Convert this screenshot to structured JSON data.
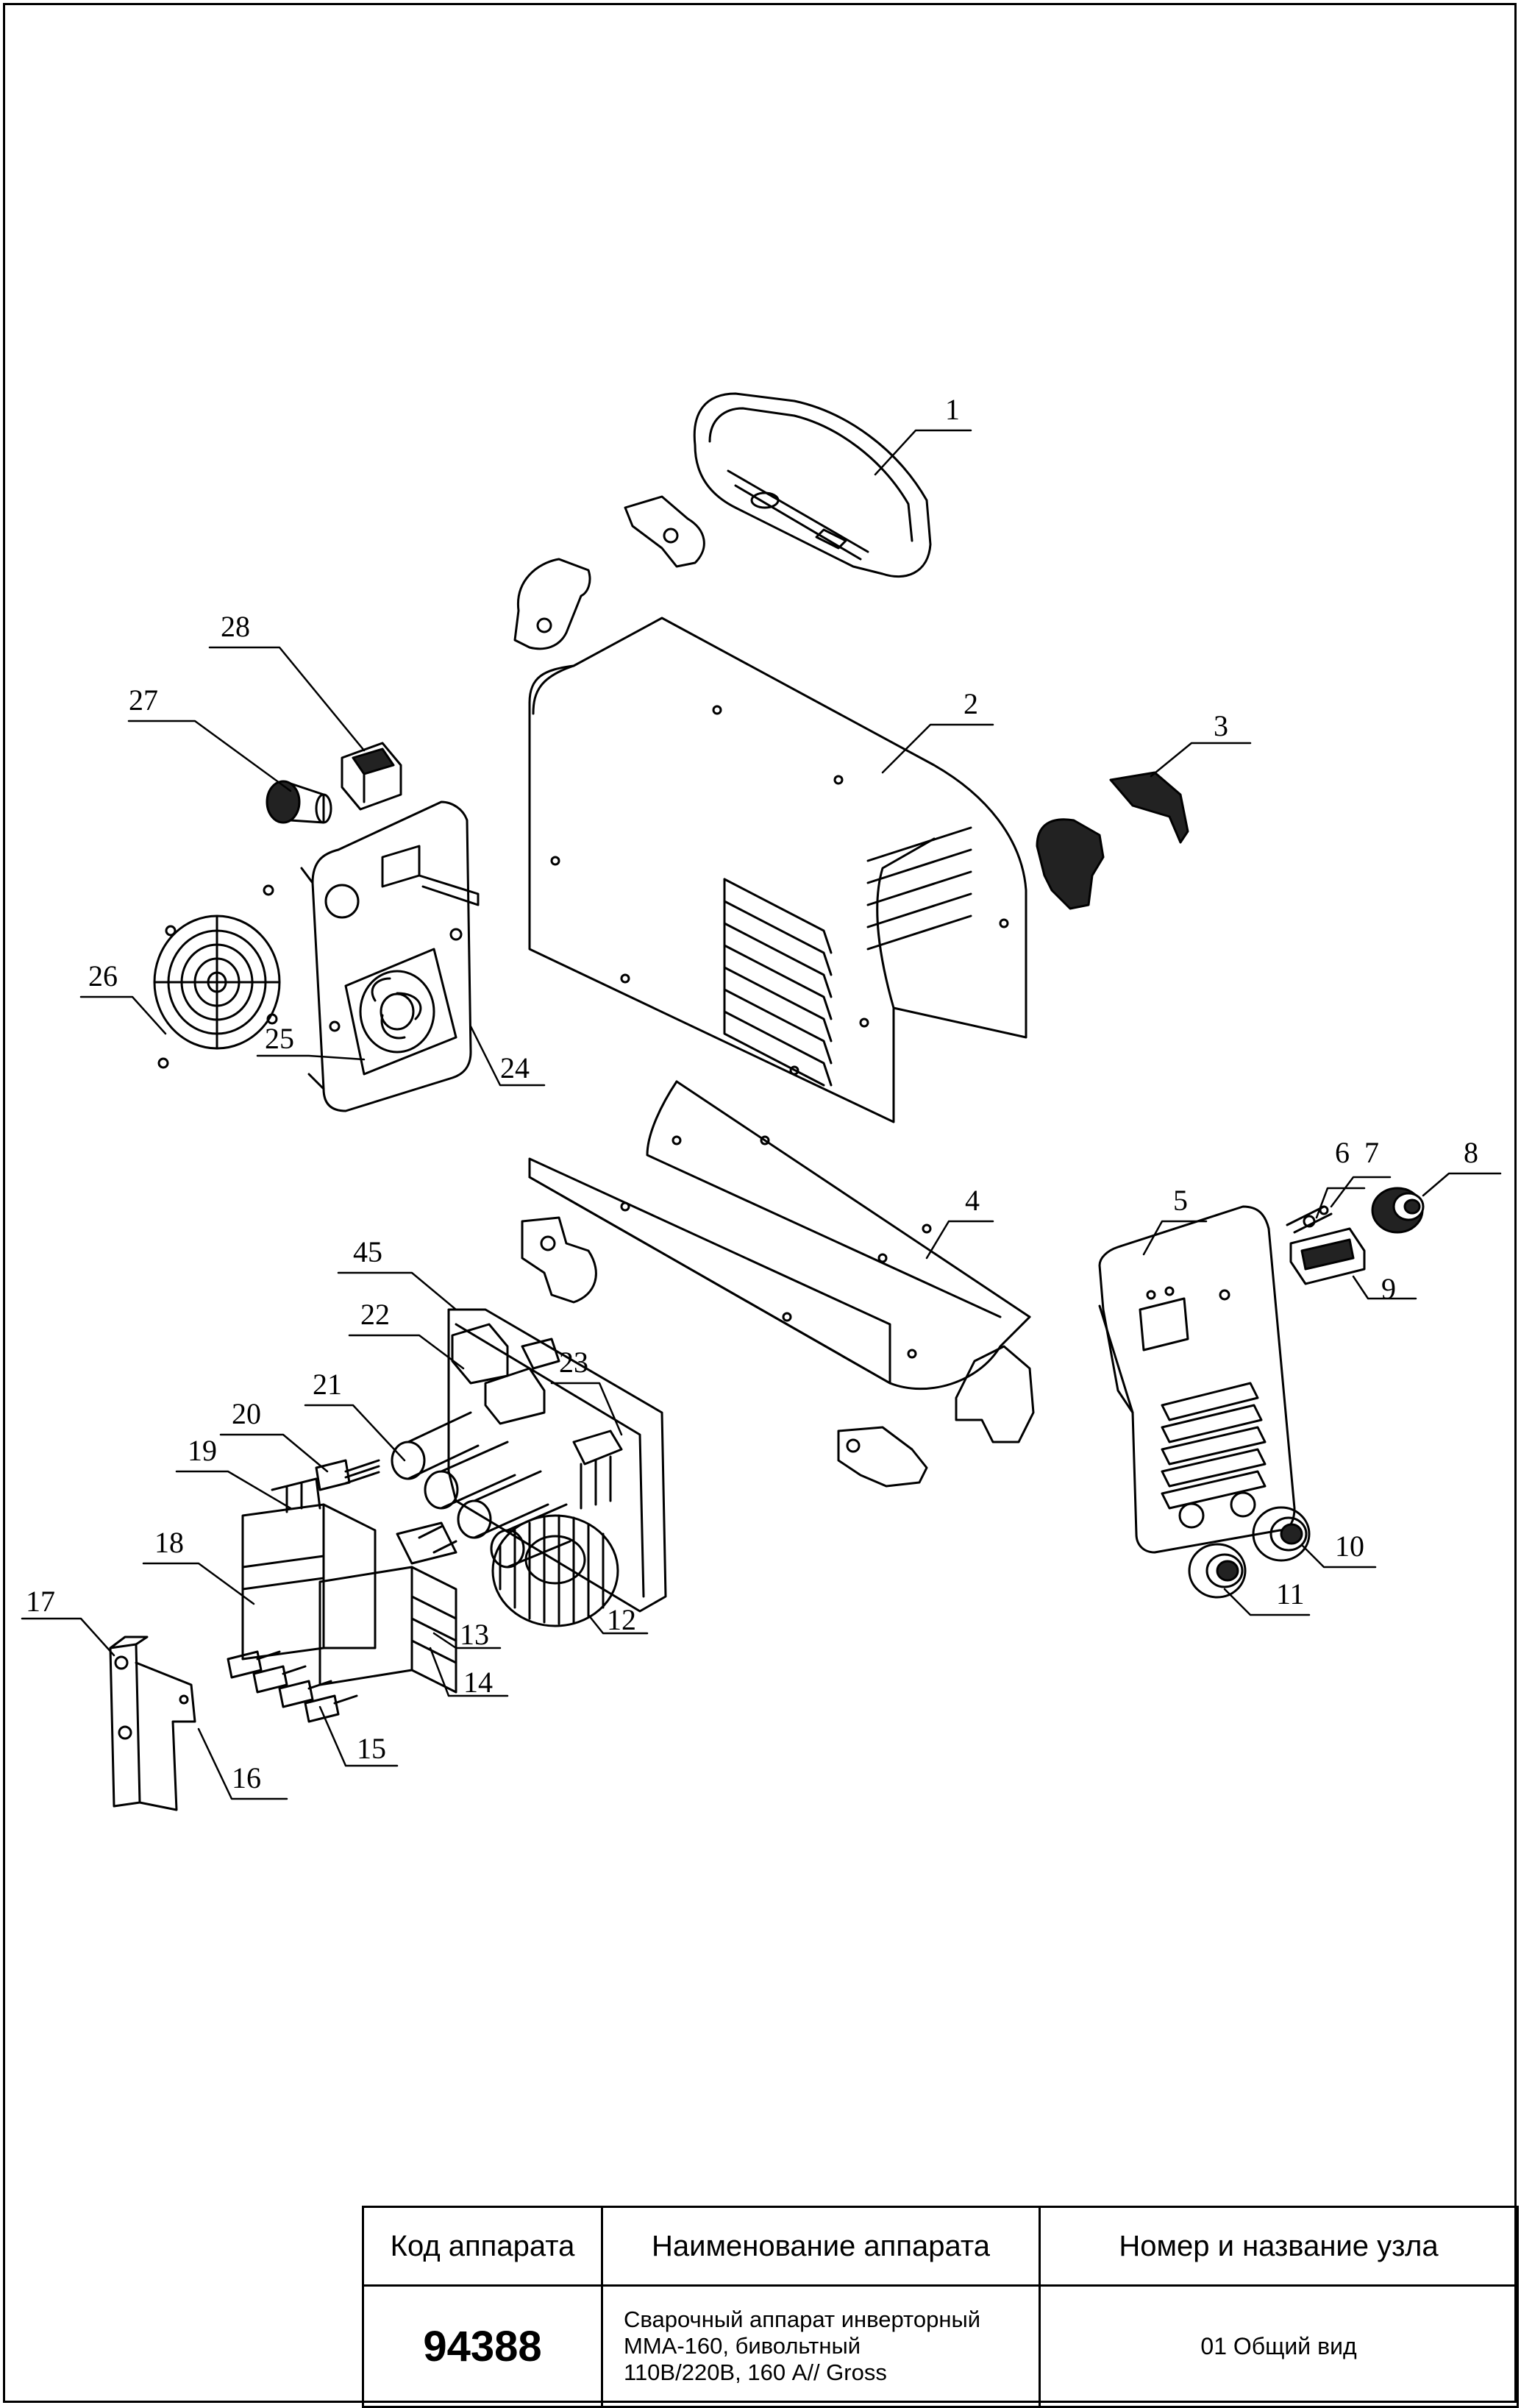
{
  "callouts": [
    "1",
    "2",
    "3",
    "4",
    "5",
    "6",
    "7",
    "8",
    "9",
    "10",
    "11",
    "12",
    "13",
    "14",
    "15",
    "16",
    "17",
    "18",
    "19",
    "20",
    "21",
    "22",
    "23",
    "24",
    "25",
    "26",
    "27",
    "28",
    "45"
  ],
  "title_block": {
    "headers": {
      "code": "Код аппарата",
      "name": "Наименование аппарата",
      "node": "Номер и название узла"
    },
    "code": "94388",
    "name": "Сварочный аппарат инверторный\nММА-160, бивольтный\n110В/220В, 160 А// Gross",
    "node": "01 Общий вид"
  }
}
